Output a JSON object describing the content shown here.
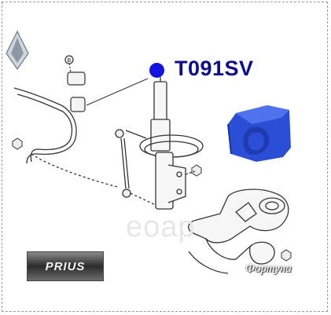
{
  "part_code": "T091SV",
  "watermark": "еоар",
  "model_badge": "PRIUS",
  "brand_label": "Фортуна",
  "bolt_label": "B",
  "colors": {
    "bushing": "#2a4fd6",
    "dot": "#1414e0",
    "code_text": "#0a0d8f"
  },
  "icons": [
    "logo-rhombus-icon",
    "bushing-icon",
    "stabilizer-bar-icon",
    "strut-icon",
    "knuckle-icon"
  ]
}
